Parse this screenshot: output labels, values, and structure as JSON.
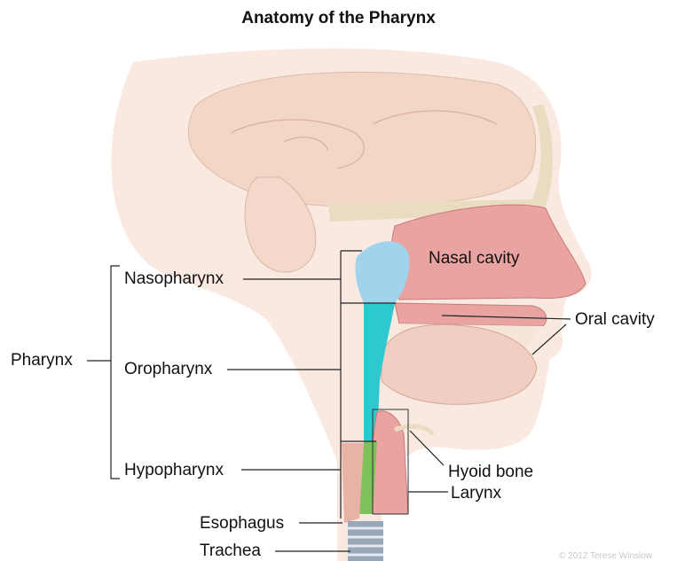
{
  "title": "Anatomy of the Pharynx",
  "labels": {
    "pharynx": "Pharynx",
    "nasopharynx": "Nasopharynx",
    "oropharynx": "Oropharynx",
    "hypopharynx": "Hypopharynx",
    "esophagus": "Esophagus",
    "trachea": "Trachea",
    "nasal_cavity": "Nasal cavity",
    "oral_cavity": "Oral cavity",
    "hyoid_bone": "Hyoid bone",
    "larynx": "Larynx"
  },
  "credit": "© 2012 Terese Winslow",
  "colors": {
    "skin": "#f7e2d6",
    "brain": "#f2d6c6",
    "tissue_pink": "#e9a3a0",
    "nasopharynx_blue": "#9fd4ec",
    "oropharynx_teal": "#2ec9cf",
    "hypopharynx_green": "#7ec05a",
    "bone": "#e9dcc0",
    "trachea_gray": "#9aa7b8"
  }
}
